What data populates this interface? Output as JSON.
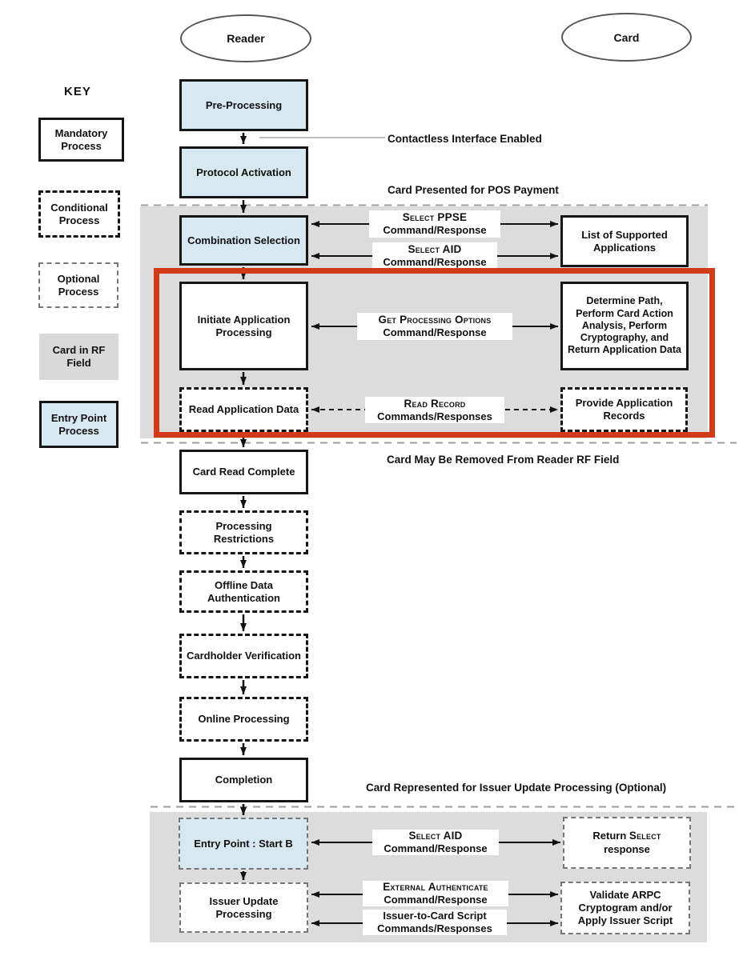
{
  "lanes": {
    "reader": "Reader",
    "card": "Card"
  },
  "key": {
    "title": "KEY",
    "items": [
      {
        "label": "Mandatory Process"
      },
      {
        "label": "Conditional Process"
      },
      {
        "label": "Optional Process"
      },
      {
        "label": "Card in RF Field"
      },
      {
        "label": "Entry Point Process"
      }
    ]
  },
  "reader_steps": [
    {
      "label": "Pre-Processing"
    },
    {
      "label": "Protocol Activation"
    },
    {
      "label": "Combination Selection"
    },
    {
      "label": "Initiate Application Processing"
    },
    {
      "label": "Read Application Data"
    },
    {
      "label": "Card Read Complete"
    },
    {
      "label": "Processing Restrictions"
    },
    {
      "label": "Offline Data Authentication"
    },
    {
      "label": "Cardholder Verification"
    },
    {
      "label": "Online Processing"
    },
    {
      "label": "Completion"
    },
    {
      "label": "Entry Point : Start B"
    },
    {
      "label": "Issuer Update Processing"
    }
  ],
  "card_steps": [
    {
      "label": "List of Supported Applications"
    },
    {
      "label": "Determine Path, Perform Card Action Analysis, Perform Cryptography, and Return Application Data"
    },
    {
      "label": "Provide Application Records"
    },
    {
      "label_pre": "Return ",
      "label_smallcaps": "Select",
      "label_line2": "response"
    },
    {
      "label": "Validate ARPC Cryptogram and/or Apply Issuer Script"
    }
  ],
  "messages": [
    {
      "line1": "Select PPSE",
      "line2": "Command/Response"
    },
    {
      "line1": "Select AID",
      "line2": "Command/Response"
    },
    {
      "line1": "Get Processing Options",
      "line2": "Command/Response"
    },
    {
      "line1": "Read Record",
      "line2": "Commands/Responses"
    },
    {
      "line1": "Select AID",
      "line2": "Command/Response"
    },
    {
      "line1": "External Authenticate",
      "line2": "Command/Response"
    },
    {
      "line1": "Issuer-to-Card Script",
      "line2": "Commands/Responses"
    }
  ],
  "annotations": [
    {
      "text": "Contactless Interface Enabled"
    },
    {
      "text": "Card Presented for POS Payment"
    },
    {
      "text": "Card May Be Removed From Reader RF Field"
    },
    {
      "text": "Card Represented for Issuer Update Processing (Optional)"
    }
  ],
  "colors": {
    "entry_point_blue": "#d6e8f0",
    "rf_field_gray": "#dcdcdc",
    "highlight_red": "#d23a18"
  }
}
